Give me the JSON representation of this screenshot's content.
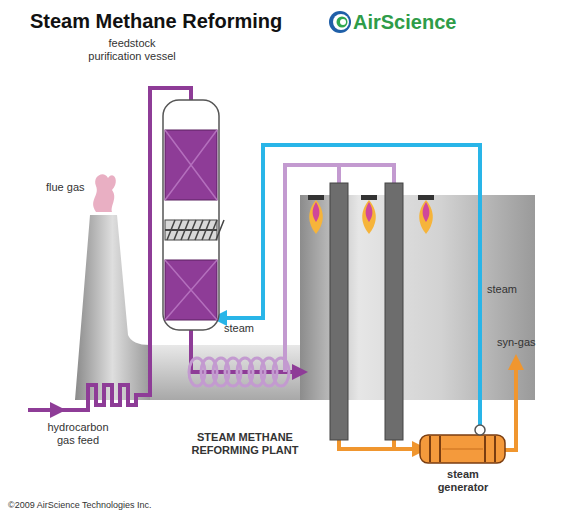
{
  "diagram": {
    "title": "Steam Methane Reforming",
    "nodes": [
      {
        "text": [
          "feedstock purification vessel"
        ]
      },
      {
        "text": [
          "STEAM METHANE REFORMING PLANT"
        ]
      },
      {
        "text": [
          "steam generator"
        ]
      }
    ],
    "edges": [
      {
        "from": 0,
        "to": 1,
        "arrow": "to"
      },
      {
        "from": 1,
        "to": 2,
        "arrow": "to"
      },
      {
        "from": 2,
        "to": 0,
        "label": "steam",
        "arrow": "to"
      }
    ],
    "labels": [
      "AirScience",
      "flue gas",
      "steam",
      "syn-gas",
      "hydrocarbon gas feed",
      "©2009 AirScience Technologies Inc."
    ]
  }
}
